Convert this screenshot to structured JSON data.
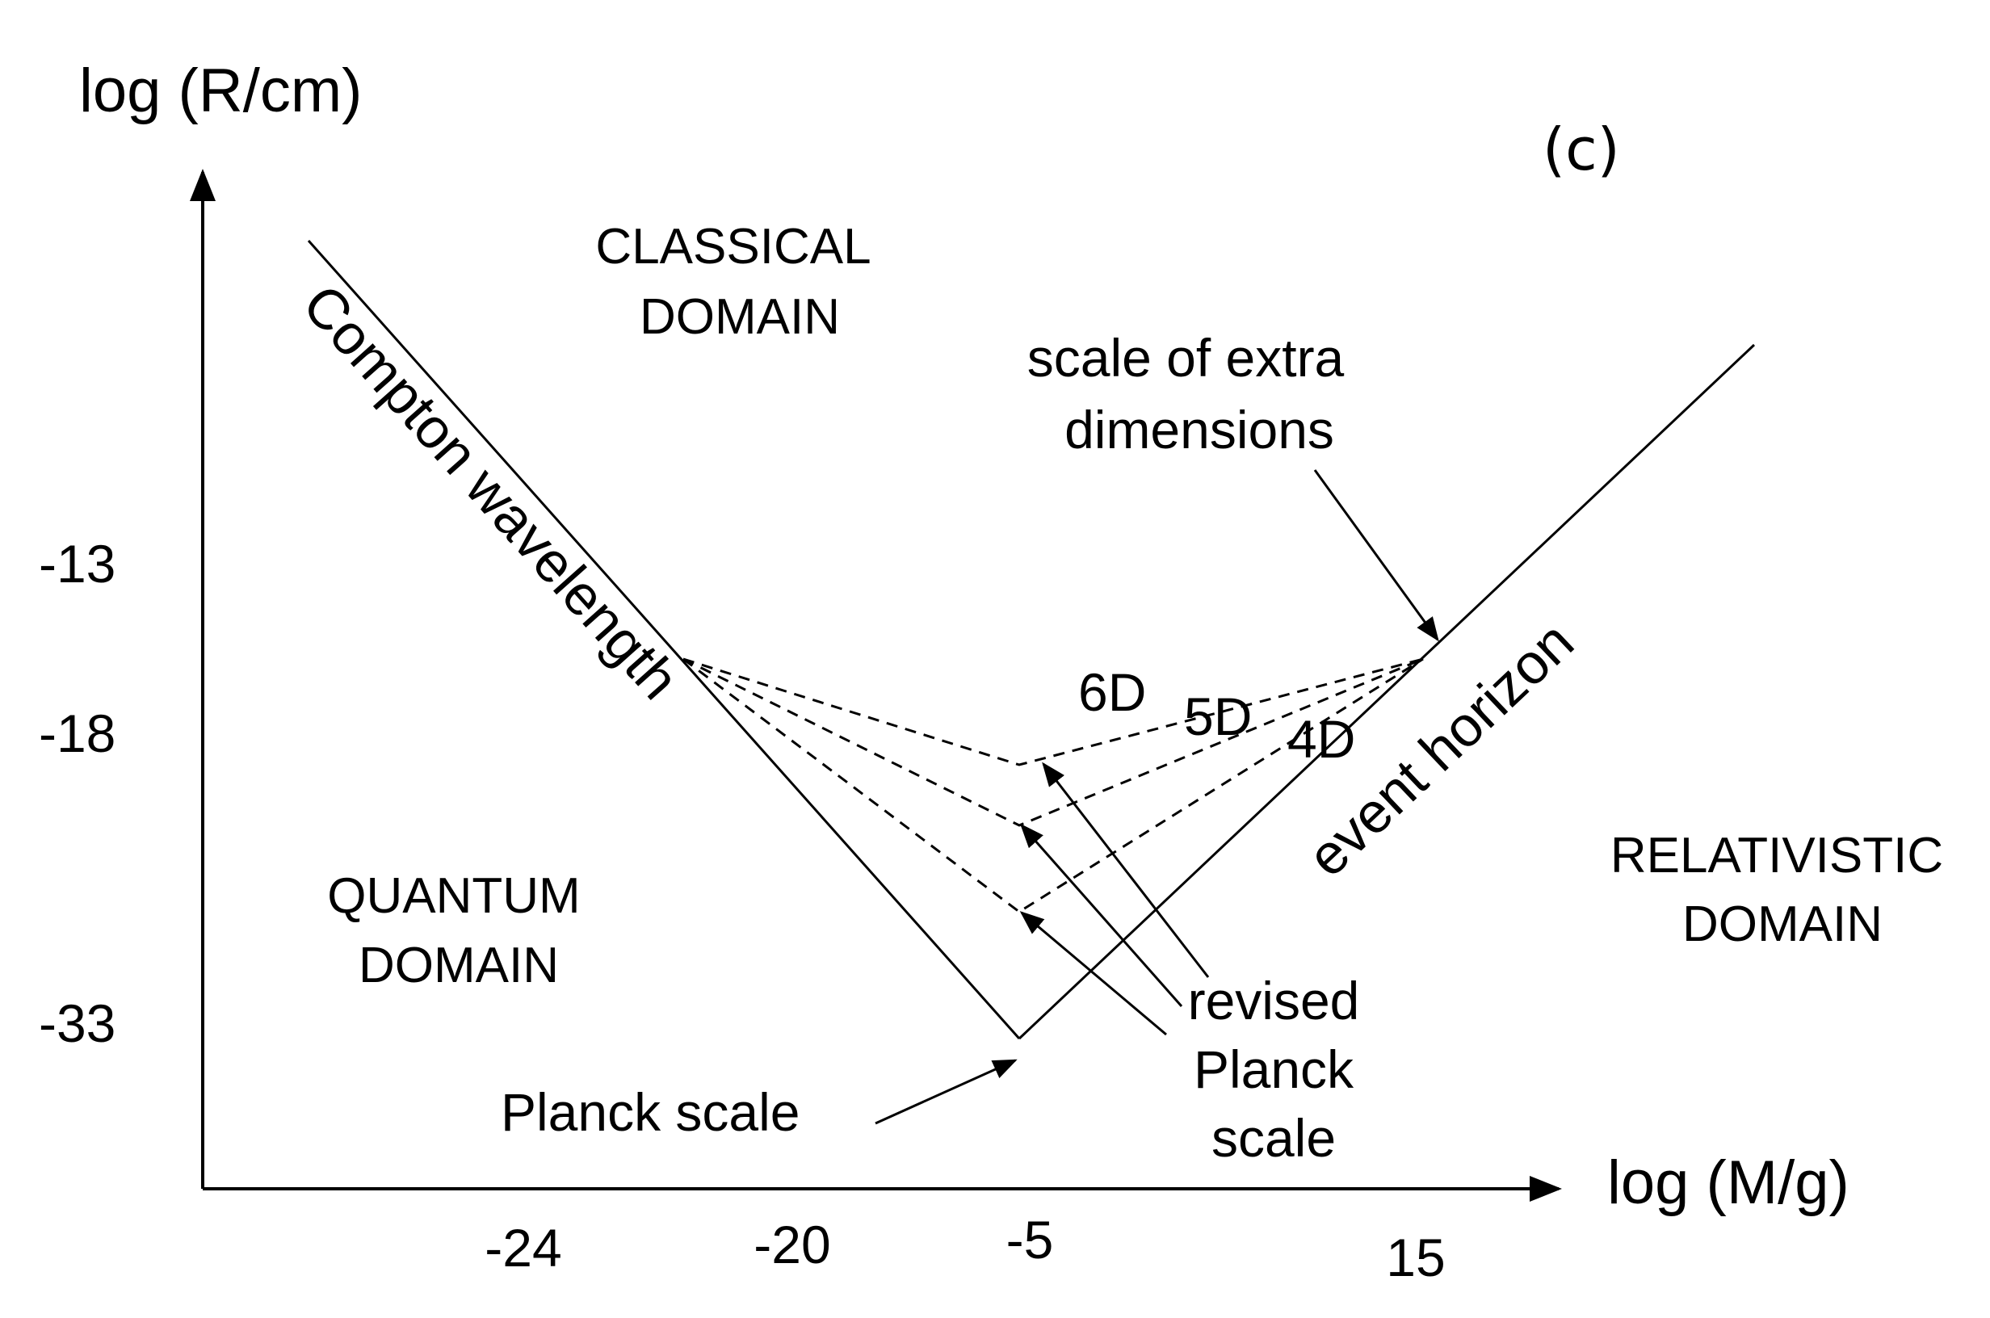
{
  "panel_label": "(c)",
  "axes": {
    "x_title": "log (M/g)",
    "y_title": "log (R/cm)",
    "x_ticks": [
      "-24",
      "-20",
      "-5",
      "15"
    ],
    "y_ticks": [
      "-13",
      "-18",
      "-33"
    ]
  },
  "regions": {
    "classical": [
      "CLASSICAL",
      "DOMAIN"
    ],
    "quantum": [
      "QUANTUM",
      "DOMAIN"
    ],
    "relativistic": [
      "RELATIVISTIC",
      "DOMAIN"
    ]
  },
  "curves": {
    "compton": "Compton wavelength",
    "horizon": "event horizon"
  },
  "annotations": {
    "planck_scale": "Planck scale",
    "revised_planck": [
      "revised",
      "Planck",
      "scale"
    ],
    "extra_dimensions": [
      "scale of extra",
      "dimensions"
    ]
  },
  "dimensions": {
    "d6": "6D",
    "d5": "5D",
    "d4": "4D"
  },
  "style": {
    "line_color": "#000000",
    "background": "#ffffff"
  }
}
